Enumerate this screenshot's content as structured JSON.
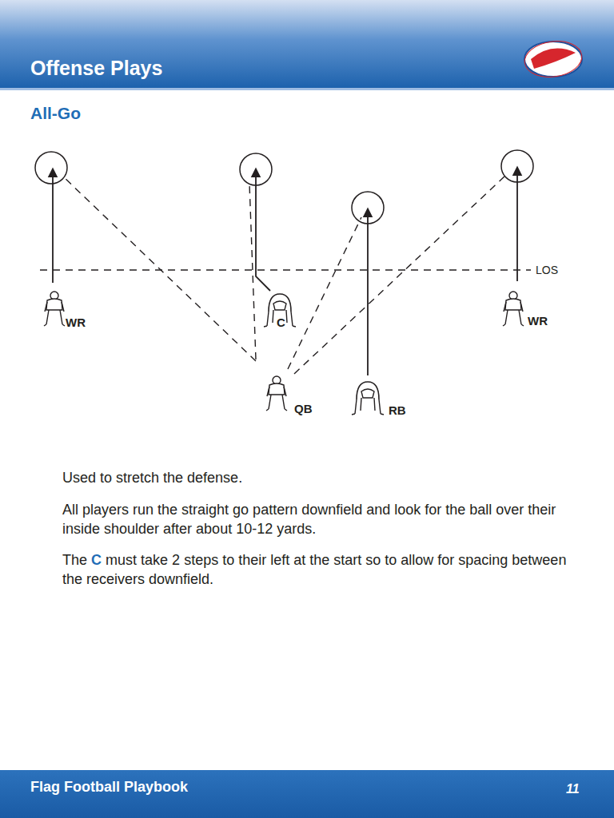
{
  "diagram": {
    "title": "All-Go",
    "labels": [
      "Offense Plays",
      "LOS",
      "WR",
      "C",
      "WR",
      "QB",
      "RB",
      "Used to stretch the defense.",
      "All players run the straight go pattern downfield and look for the ball over their inside shoulder after about 10-12 yards.",
      "The",
      "C",
      "must take 2 steps to their left at the start so to allow for spacing between the receivers downfield.",
      "Flag Football Playbook",
      "11"
    ]
  }
}
